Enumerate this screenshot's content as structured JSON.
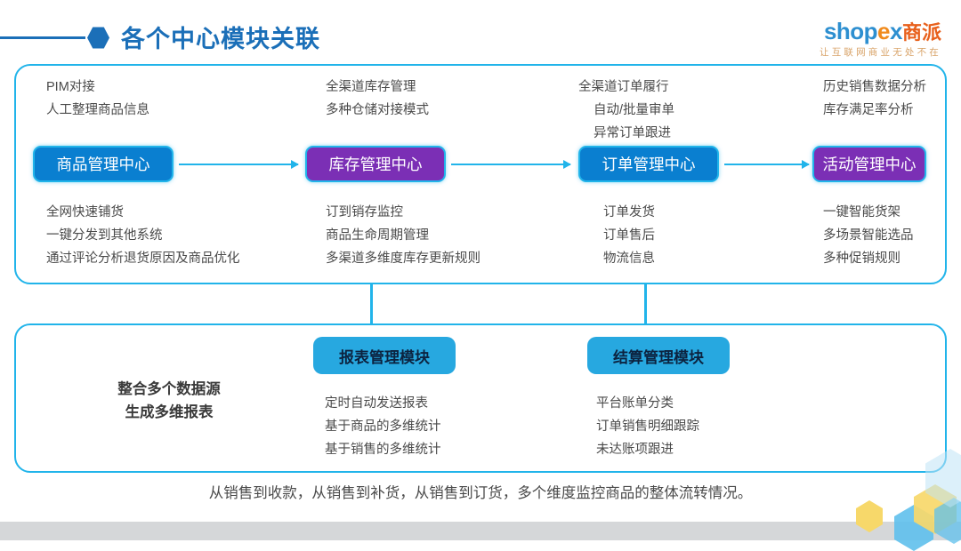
{
  "header": {
    "title": "各个中心模块关联",
    "bullet_icon": "hexagon-icon",
    "rule_icon": "horizontal-rule"
  },
  "logo": {
    "part_shop": "shop",
    "part_e": "e",
    "part_x": "x",
    "part_cn": "商派",
    "tagline": "让互联网商业无处不在",
    "color_blue": "#2d8fd0",
    "color_orange": "#f08a1c",
    "color_red_orange": "#e8601c"
  },
  "flow": {
    "columns": [
      {
        "above": [
          "PIM对接",
          "人工整理商品信息"
        ],
        "center": "商品管理中心",
        "center_color": "#0a7fd0",
        "below": [
          "全网快速铺货",
          "一键分发到其他系统",
          "通过评论分析退货原因及商品优化"
        ]
      },
      {
        "above": [
          "全渠道库存管理",
          "多种仓储对接模式"
        ],
        "center": "库存管理中心",
        "center_color": "#7b2fb5",
        "below": [
          "订到销存监控",
          "商品生命周期管理",
          "多渠道多维度库存更新规则"
        ]
      },
      {
        "above": [
          "全渠道订单履行",
          "自动/批量审单",
          "异常订单跟进"
        ],
        "center": "订单管理中心",
        "center_color": "#0a7fd0",
        "below": [
          "订单发货",
          "订单售后",
          "物流信息"
        ]
      },
      {
        "above": [
          "历史销售数据分析",
          "库存满足率分析"
        ],
        "center": "活动管理中心",
        "center_color": "#7b2fb5",
        "below": [
          "一键智能货架",
          "多场景智能选品",
          "多种促销规则"
        ]
      }
    ],
    "arrow_color": "#21b4ea"
  },
  "lower": {
    "summary_line1": "整合多个数据源",
    "summary_line2": "生成多维报表",
    "modules": [
      {
        "title": "报表管理模块",
        "items": [
          "定时自动发送报表",
          "基于商品的多维统计",
          "基于销售的多维统计"
        ]
      },
      {
        "title": "结算管理模块",
        "items": [
          "平台账单分类",
          "订单销售明细跟踪",
          "未达账项跟进"
        ]
      }
    ],
    "module_color": "#27a8e0"
  },
  "footer": {
    "note": "从销售到收款，从销售到补货，从销售到订货，多个维度监控商品的整体流转情况。"
  },
  "decoration": {
    "band_color": "#d5d7d9",
    "hex_yellow": "#f7d86a",
    "hex_blue": "#5fc0ec"
  }
}
